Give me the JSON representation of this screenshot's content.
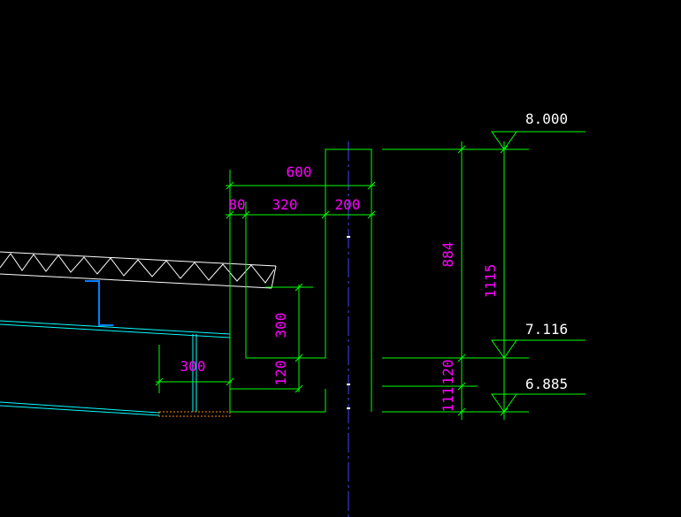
{
  "colors": {
    "background": "#000000",
    "outline": "#ffffff",
    "dimension": "#00ff00",
    "dimension_text": "#ff00ff",
    "elevation_text": "#ffffff",
    "centerline": "#4444ff",
    "beam": "#00ffff",
    "purlin": "#0080ff",
    "base_plate": "#ff8800"
  },
  "dimensions": {
    "overall_width": "600",
    "seg_80": "80",
    "seg_320": "320",
    "seg_200": "200",
    "height_884": "884",
    "height_1115": "1115",
    "depth_300": "300",
    "depth_120_left": "120",
    "depth_120_right": "120",
    "depth_111": "111",
    "beam_width_300": "300"
  },
  "elevations": {
    "top": "8.000",
    "middle": "7.116",
    "bottom": "6.885"
  }
}
